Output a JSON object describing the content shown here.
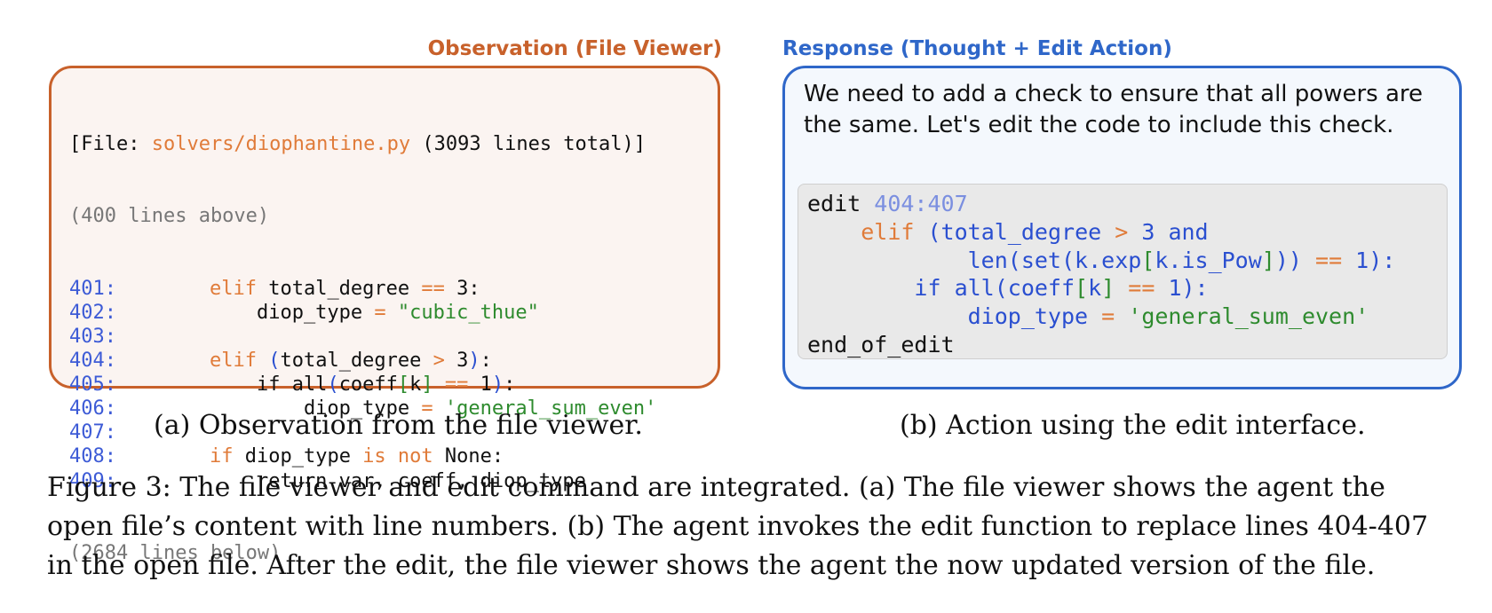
{
  "observation": {
    "title": "Observation (File Viewer)",
    "header_prefix": "[File: ",
    "file_path": "solvers/diophantine.py",
    "header_suffix": " (3093 lines total)]",
    "above": "(400 lines above)",
    "lines": [
      {
        "num": "401:",
        "parts": [
          {
            "t": "    ",
            "c": ""
          },
          {
            "t": "elif",
            "c": "kw"
          },
          {
            "t": " total_degree ",
            "c": ""
          },
          {
            "t": "==",
            "c": "kw"
          },
          {
            "t": " 3:",
            "c": ""
          }
        ]
      },
      {
        "num": "402:",
        "parts": [
          {
            "t": "        diop_type ",
            "c": ""
          },
          {
            "t": "=",
            "c": "kw"
          },
          {
            "t": " ",
            "c": ""
          },
          {
            "t": "\"cubic_thue\"",
            "c": "str"
          }
        ]
      },
      {
        "num": "403:",
        "parts": []
      },
      {
        "num": "404:",
        "parts": [
          {
            "t": "    ",
            "c": ""
          },
          {
            "t": "elif",
            "c": "kw"
          },
          {
            "t": " ",
            "c": ""
          },
          {
            "t": "(",
            "c": "bl"
          },
          {
            "t": "total_degree ",
            "c": ""
          },
          {
            "t": ">",
            "c": "kw"
          },
          {
            "t": " 3",
            "c": ""
          },
          {
            "t": ")",
            "c": "bl"
          },
          {
            "t": ":",
            "c": ""
          }
        ]
      },
      {
        "num": "405:",
        "parts": [
          {
            "t": "        if all",
            "c": ""
          },
          {
            "t": "(",
            "c": "bl"
          },
          {
            "t": "coeff",
            "c": ""
          },
          {
            "t": "[",
            "c": "str"
          },
          {
            "t": "k",
            "c": ""
          },
          {
            "t": "]",
            "c": "str"
          },
          {
            "t": " ",
            "c": ""
          },
          {
            "t": "==",
            "c": "kw"
          },
          {
            "t": " 1",
            "c": ""
          },
          {
            "t": ")",
            "c": "bl"
          },
          {
            "t": ":",
            "c": ""
          }
        ]
      },
      {
        "num": "406:",
        "parts": [
          {
            "t": "            diop_type ",
            "c": ""
          },
          {
            "t": "=",
            "c": "kw"
          },
          {
            "t": " ",
            "c": ""
          },
          {
            "t": "'general_sum_even'",
            "c": "str"
          }
        ]
      },
      {
        "num": "407:",
        "parts": []
      },
      {
        "num": "408:",
        "parts": [
          {
            "t": "    ",
            "c": ""
          },
          {
            "t": "if",
            "c": "kw"
          },
          {
            "t": " diop_type ",
            "c": ""
          },
          {
            "t": "is not",
            "c": "kw"
          },
          {
            "t": " None:",
            "c": ""
          }
        ]
      },
      {
        "num": "409:",
        "parts": [
          {
            "t": "        return var, coeff, diop_type",
            "c": ""
          }
        ]
      }
    ],
    "below": "(2684 lines below)"
  },
  "response": {
    "title": "Response (Thought + Edit Action)",
    "thought": "We need to add a check to ensure that all powers are the same. Let's edit the code to include this check.",
    "edit_lines": [
      [
        {
          "t": "edit ",
          "c": ""
        },
        {
          "t": "404:407",
          "c": "num"
        }
      ],
      [
        {
          "t": "    ",
          "c": ""
        },
        {
          "t": "elif",
          "c": "kw"
        },
        {
          "t": " ",
          "c": ""
        },
        {
          "t": "(total_degree",
          "c": "bl"
        },
        {
          "t": " ",
          "c": ""
        },
        {
          "t": ">",
          "c": "kw"
        },
        {
          "t": " 3 ",
          "c": "bl"
        },
        {
          "t": "and",
          "c": "bl"
        }
      ],
      [
        {
          "t": "            ",
          "c": ""
        },
        {
          "t": "len(set(k.exp",
          "c": "bl"
        },
        {
          "t": "[",
          "c": "str"
        },
        {
          "t": "k.is_Pow",
          "c": "bl"
        },
        {
          "t": "]",
          "c": "str"
        },
        {
          "t": "))",
          "c": "bl"
        },
        {
          "t": " ",
          "c": ""
        },
        {
          "t": "==",
          "c": "kw"
        },
        {
          "t": " 1):",
          "c": "bl"
        }
      ],
      [
        {
          "t": "        ",
          "c": ""
        },
        {
          "t": "if all(coeff",
          "c": "bl"
        },
        {
          "t": "[",
          "c": "str"
        },
        {
          "t": "k",
          "c": "bl"
        },
        {
          "t": "]",
          "c": "str"
        },
        {
          "t": " ",
          "c": ""
        },
        {
          "t": "==",
          "c": "kw"
        },
        {
          "t": " 1):",
          "c": "bl"
        }
      ],
      [
        {
          "t": "            ",
          "c": ""
        },
        {
          "t": "diop_type",
          "c": "bl"
        },
        {
          "t": " ",
          "c": ""
        },
        {
          "t": "=",
          "c": "kw"
        },
        {
          "t": " ",
          "c": ""
        },
        {
          "t": "'general_sum_even'",
          "c": "str"
        }
      ],
      [
        {
          "t": "end_of_edit",
          "c": ""
        }
      ]
    ]
  },
  "captions": {
    "a": "(a) Observation from the file viewer.",
    "b": "(b) Action using the edit interface."
  },
  "figure_caption": "Figure 3: The file viewer and edit command are integrated. (a) The file viewer shows the agent the open file’s content with line numbers. (b) The agent invokes the edit function to replace lines 404-407 in the open file. After the edit, the file viewer shows the agent the now updated version of the file."
}
